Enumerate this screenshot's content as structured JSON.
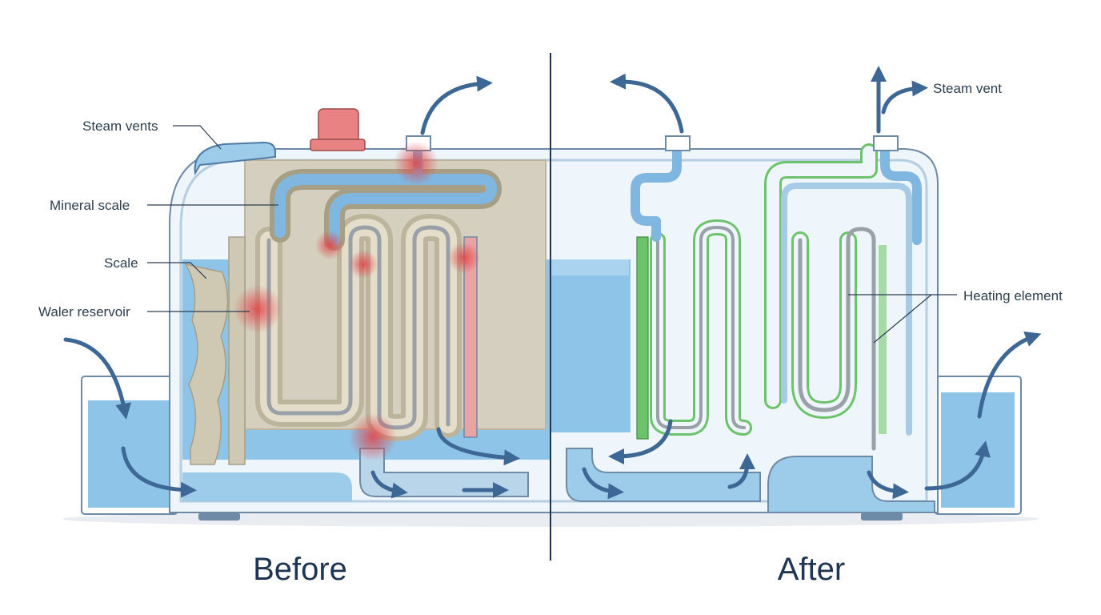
{
  "labels": {
    "steam_vents": "Steam vents",
    "mineral_scale": "Mineral scale",
    "scale": "Scale",
    "water_reservoir": "Waler reservoir",
    "steam_vent": "Steam vent",
    "heating_element": "Heating element"
  },
  "captions": {
    "before": "Before",
    "after": "After"
  },
  "colors": {
    "water": "#8ec4e8",
    "water_dark": "#5aa3d6",
    "outline": "#34557a",
    "scale": "#c9c2ad",
    "hotspot": "#e05a5a",
    "clean_element": "#6cc36c",
    "arrow": "#3d6794"
  }
}
